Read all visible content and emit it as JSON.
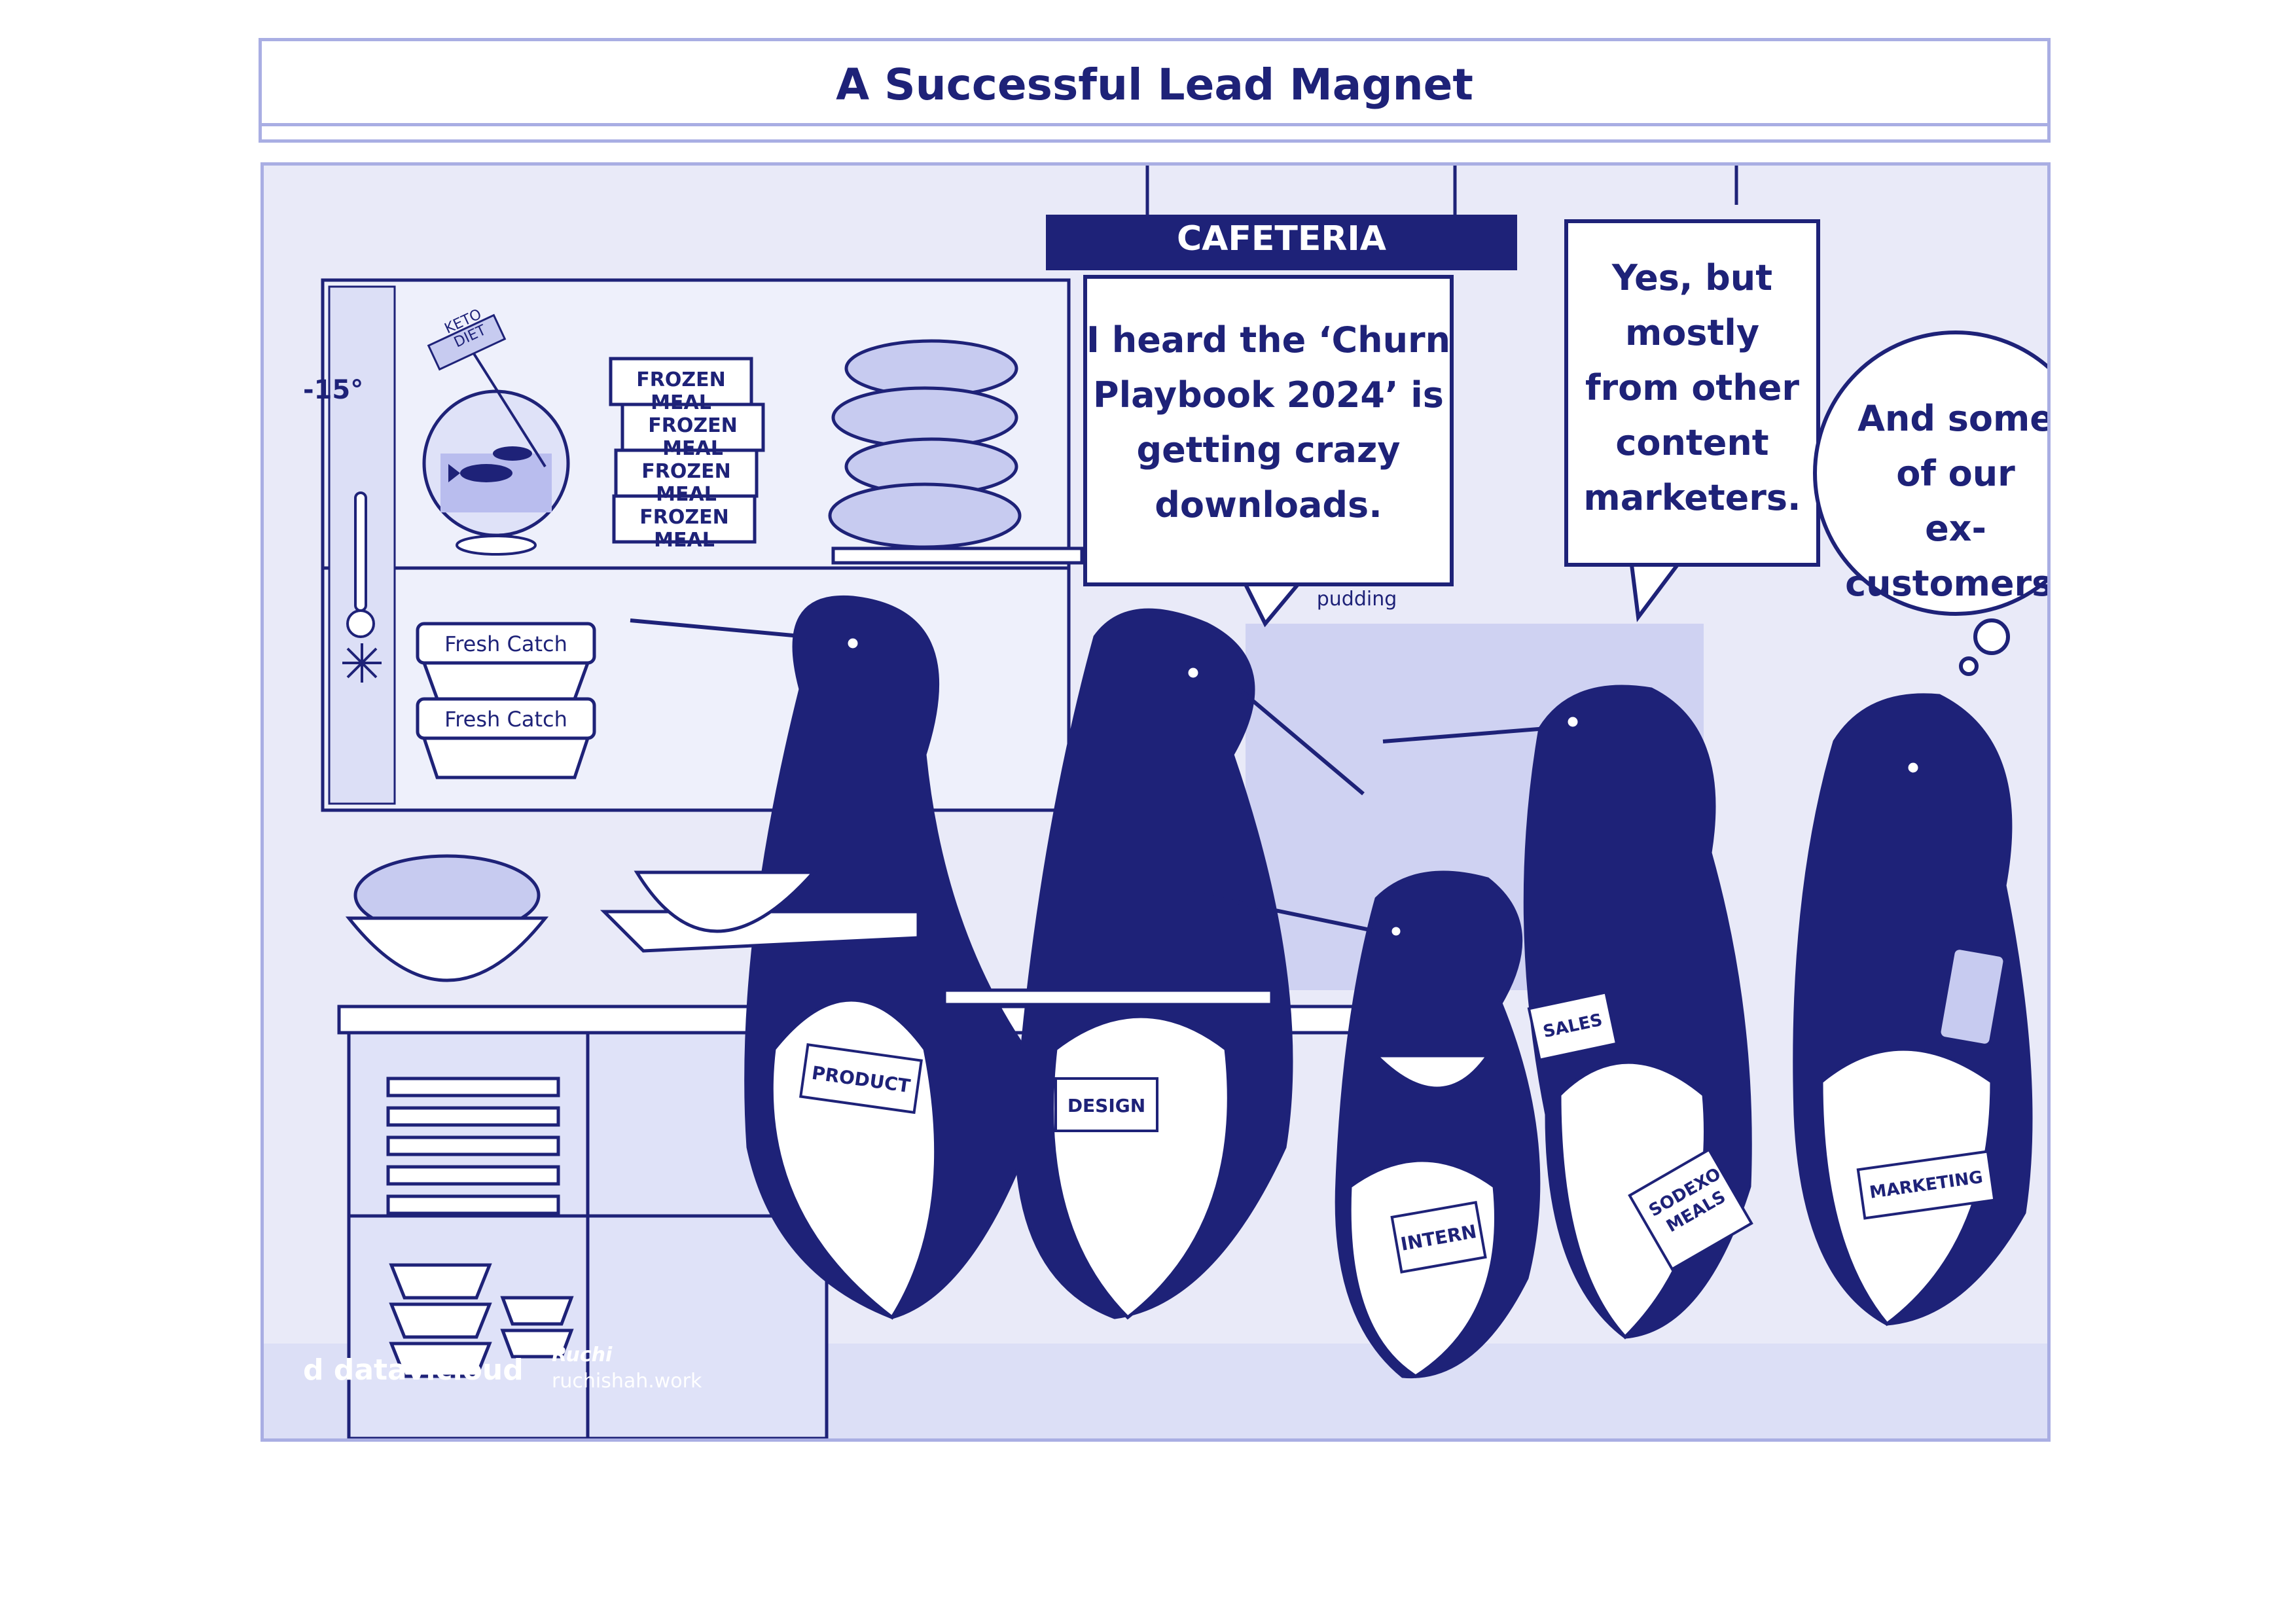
{
  "title": "A Successful Lead Magnet",
  "signs": {
    "cafeteria": "CAFETERIA",
    "pudding": "pudding"
  },
  "freezer": {
    "temperature": "-15°",
    "bowl_tag": "KETO DIET",
    "boxes": [
      "FROZEN MEAL",
      "FROZEN MEAL",
      "FROZEN MEAL",
      "FROZEN MEAL"
    ],
    "trays": [
      "Fresh Catch",
      "Fresh Catch"
    ]
  },
  "speech": {
    "bubble1": [
      "I heard the ‘Churn",
      "Playbook 2024’ is",
      "getting crazy",
      "downloads."
    ],
    "bubble2": [
      "Yes, but",
      "mostly",
      "from other",
      "content",
      "marketers."
    ],
    "thought": [
      "And some",
      "of our",
      "ex-customers."
    ]
  },
  "badges": {
    "product": "PRODUCT",
    "design": "DESIGN",
    "intern": "INTERN",
    "sales": "SALES",
    "sodexo": [
      "SODEXO",
      "MEALS"
    ],
    "marketing": "MARKETING"
  },
  "footer": {
    "brand": "datavicloud",
    "artist": "Ruchi",
    "handle": "ruchishah.work"
  },
  "colors": {
    "ink": "#1e2278",
    "frame": "#a9aee3",
    "background": "#e6e7f8",
    "light_fill": "#c7cbf0"
  }
}
